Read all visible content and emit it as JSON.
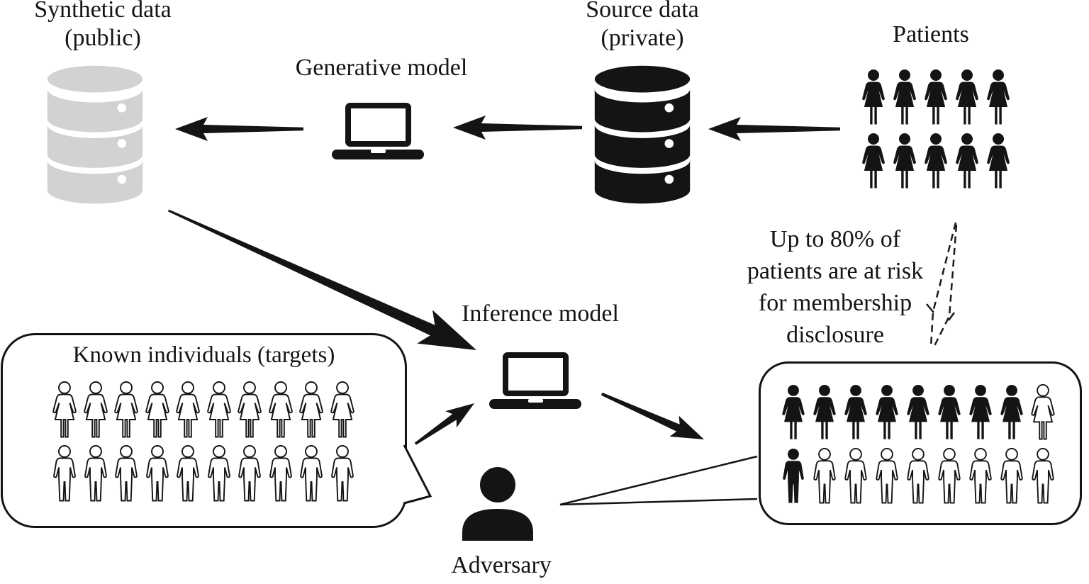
{
  "diagram": {
    "synthetic_data": {
      "label_line1": "Synthetic data",
      "label_line2": "(public)"
    },
    "generative_model": {
      "label": "Generative model"
    },
    "source_data": {
      "label_line1": "Source data",
      "label_line2": "(private)"
    },
    "patients": {
      "label": "Patients"
    },
    "inference_model": {
      "label": "Inference model"
    },
    "known_individuals": {
      "label": "Known individuals (targets)"
    },
    "adversary": {
      "label": "Adversary"
    },
    "risk_annotation": {
      "lines": [
        "Up to 80% of",
        "patients are at risk",
        "for membership",
        "disclosure"
      ]
    }
  },
  "colors": {
    "ink": "#141414",
    "synthetic_db_gray": "#d2d2d2",
    "background": "#ffffff"
  },
  "figures": {
    "patients": {
      "rows": [
        {
          "type": "female",
          "fills": [
            "black",
            "black",
            "black",
            "black",
            "black"
          ]
        },
        {
          "type": "female",
          "fills": [
            "black",
            "black",
            "black",
            "black",
            "black"
          ]
        }
      ]
    },
    "known_individuals": {
      "rows": [
        {
          "type": "female",
          "fills": [
            "white",
            "white",
            "white",
            "white",
            "white",
            "white",
            "white",
            "white",
            "white",
            "white"
          ]
        },
        {
          "type": "male",
          "fills": [
            "white",
            "white",
            "white",
            "white",
            "white",
            "white",
            "white",
            "white",
            "white",
            "white"
          ]
        }
      ]
    },
    "at_risk_patients": {
      "rows": [
        {
          "type": "female",
          "fills": [
            "black",
            "black",
            "black",
            "black",
            "black",
            "black",
            "black",
            "black",
            "white"
          ]
        },
        {
          "type": "male",
          "fills": [
            "black",
            "white",
            "white",
            "white",
            "white",
            "white",
            "white",
            "white",
            "white"
          ]
        }
      ]
    }
  }
}
